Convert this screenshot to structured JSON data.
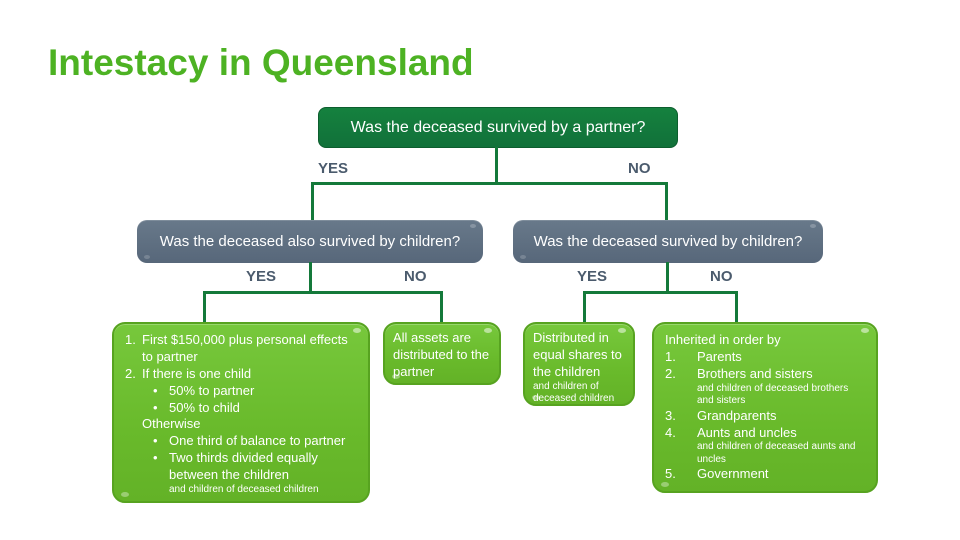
{
  "slide_title": "Intestacy in Queensland",
  "colors": {
    "title_green": "#4db223",
    "dark_green": "#14793a",
    "question_slate": "#5d6d7d",
    "label_slate": "#4b5b6d",
    "result_green": "#6cbe2f"
  },
  "root": {
    "question": "Was the deceased survived by a partner?",
    "yes_label": "YES",
    "no_label": "NO"
  },
  "left_branch": {
    "question": "Was the deceased also survived by children?",
    "yes_label": "YES",
    "no_label": "NO"
  },
  "right_branch": {
    "question": "Was the deceased survived by children?",
    "yes_label": "YES",
    "no_label": "NO"
  },
  "outcomes": {
    "left_yes": {
      "item1_num": "1.",
      "item1_text": "First $150,000 plus personal effects to partner",
      "item2_num": "2.",
      "item2_text": "If there is one child",
      "bullet_char": "•",
      "bullet1": "50% to partner",
      "bullet2": "50% to child",
      "otherwise": "Otherwise",
      "bullet3": "One third of balance to partner",
      "bullet4": "Two thirds divided equally between the children",
      "note": "and children of deceased children"
    },
    "left_no": {
      "text": "All assets are distributed to the partner"
    },
    "right_yes": {
      "text": "Distributed in equal shares to the children",
      "note": "and children of deceased children"
    },
    "right_no": {
      "heading": "Inherited in order by",
      "items": [
        {
          "num": "1.",
          "text": "Parents",
          "note": ""
        },
        {
          "num": "2.",
          "text": "Brothers and sisters",
          "note": "and children of deceased brothers and sisters"
        },
        {
          "num": "3.",
          "text": "Grandparents",
          "note": ""
        },
        {
          "num": "4.",
          "text": "Aunts and uncles",
          "note": "and children of deceased aunts and uncles"
        },
        {
          "num": "5.",
          "text": "Government",
          "note": ""
        }
      ]
    }
  }
}
